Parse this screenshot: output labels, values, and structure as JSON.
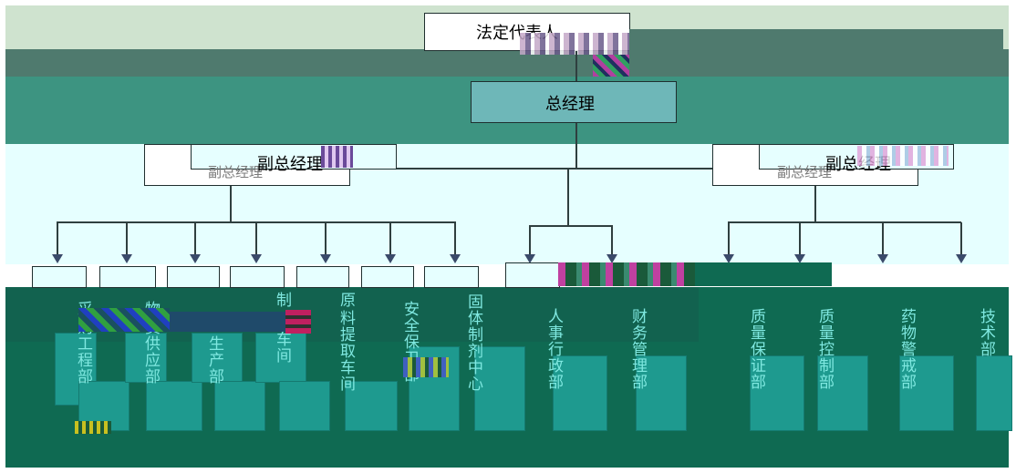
{
  "nodes": {
    "legal_rep": "法定代表人",
    "gm": "总经理",
    "vp_left": "副总经理",
    "vp_right": "副总经理",
    "vp_left_faded": "副总经理",
    "vp_right_faded": "副总经理"
  },
  "departments": [
    {
      "top": "采",
      "bottom": "购工程部"
    },
    {
      "top": "物",
      "bottom": "资供应部"
    },
    {
      "top": "",
      "bottom": "生产部"
    },
    {
      "top": "制",
      "bottom": "剂车间"
    },
    {
      "top": "原",
      "bottom": "料提取车间"
    },
    {
      "top": "",
      "bottom": "安全保卫部"
    },
    {
      "top": "",
      "bottom": "固体制剂中心"
    },
    {
      "top": "",
      "bottom": "人事行政部"
    },
    {
      "top": "",
      "bottom": "财务管理部"
    },
    {
      "top": "",
      "bottom": "质量保证部"
    },
    {
      "top": "",
      "bottom": "质量控制部"
    },
    {
      "top": "",
      "bottom": "药物警戒部"
    },
    {
      "top": "",
      "bottom": "技术部"
    }
  ],
  "colors": {
    "top_band": "#cfe3cf",
    "dark_band": "#4f7a6e",
    "teal_band": "#3d9481",
    "light_band": "#e6ffff",
    "bottom_band": "#0f6a52",
    "gm_fill": "#6eb7b8"
  }
}
